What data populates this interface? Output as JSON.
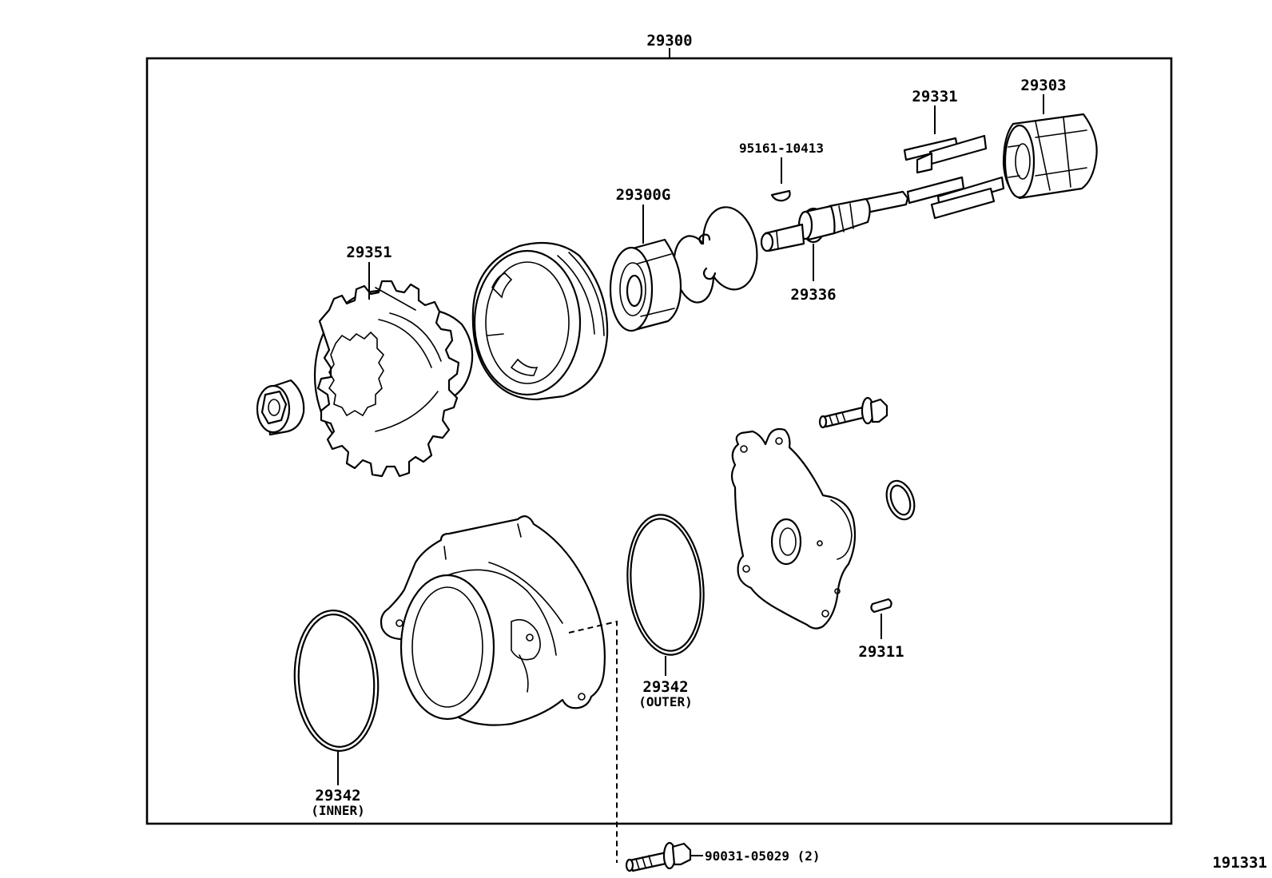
{
  "assembly_label": "29300",
  "diagram_id": "191331",
  "colors": {
    "ink": "#000000",
    "paper": "#ffffff"
  },
  "callouts": {
    "p29331": "29331",
    "p29303": "29303",
    "p95161": "95161-10413",
    "p29300G": "29300G",
    "p29351": "29351",
    "p29336": "29336",
    "p29311": "29311",
    "p29342_outer": "29342",
    "p29342_outer_note": "(OUTER)",
    "p29342_inner": "29342",
    "p29342_inner_note": "(INNER)",
    "p90031": "90031-05029 (2)"
  }
}
